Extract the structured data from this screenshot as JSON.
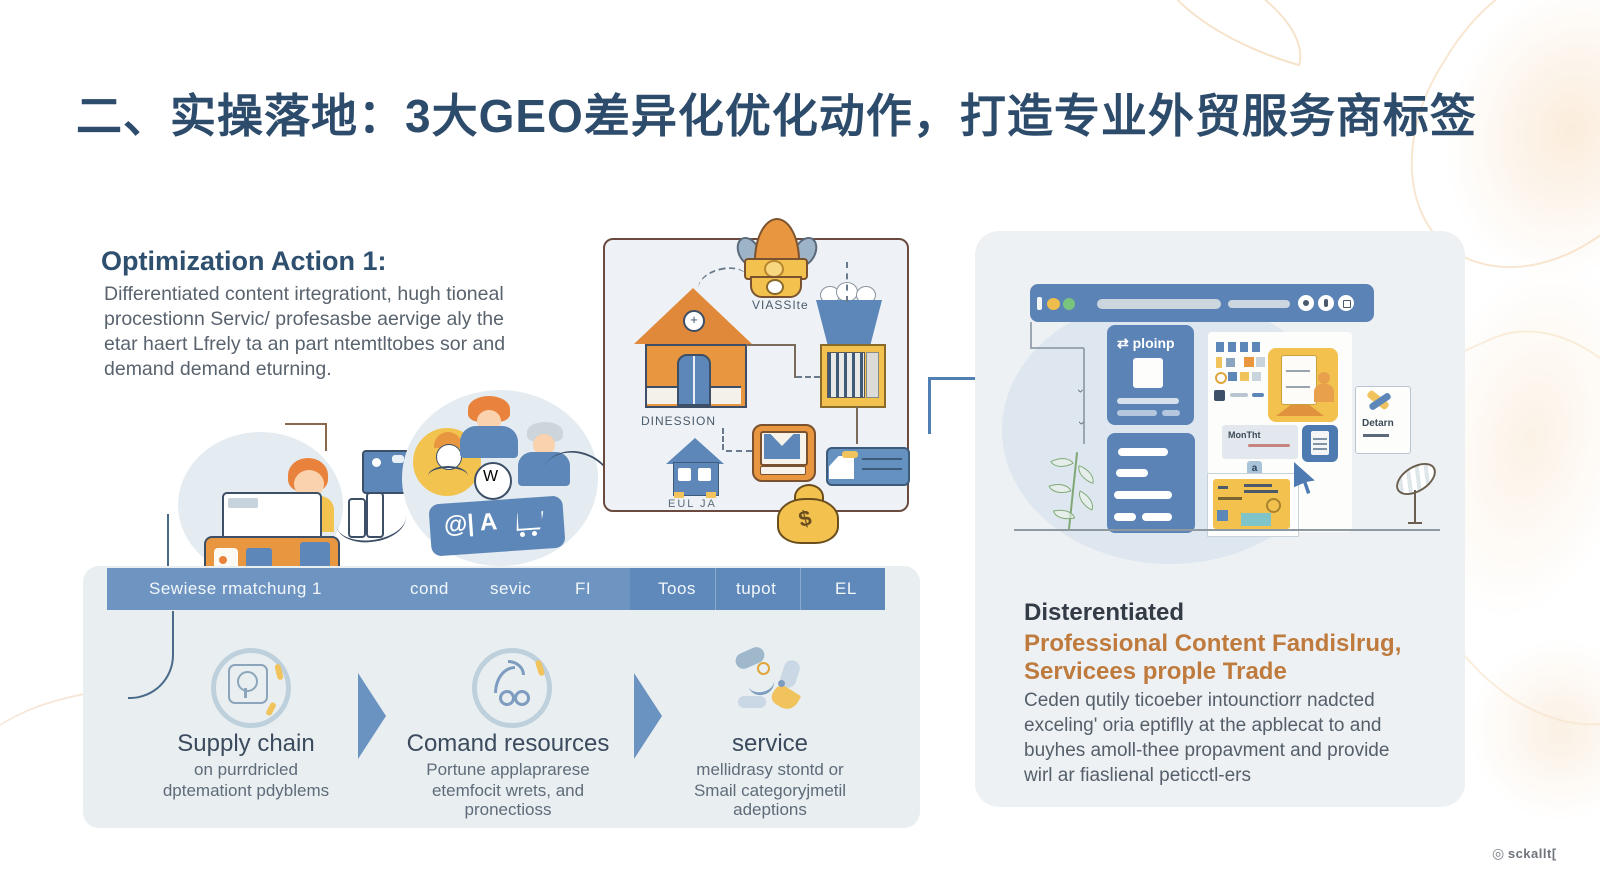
{
  "slide": {
    "title": "二、实操落地：3大GEO差异化优化动作，打造专业外贸服务商标签",
    "watermark": {
      "icon": "target-circles-icon",
      "icon_glyph": "◎",
      "text": "sckallt",
      "suffix": "["
    }
  },
  "optimization": {
    "heading": "Optimization Action 1:",
    "body_lines": [
      "Differentiated content irtegrationt, hugh tioneal",
      "procestionn Servic/ profesasbe aervige aly the",
      "etar haert Lfrely ta an part ntemtltobes sor and",
      "demand demand eturning."
    ]
  },
  "diagram": {
    "mascot_label": "VIASSIte",
    "house_label": "DINESSION",
    "small_house_label": "EUL JA",
    "money_symbol": "$",
    "badge_text": "@| A",
    "avatar_circle_letter": "W",
    "gable_plus": "+"
  },
  "process_bar": {
    "items": [
      "Sewiese rmatchung  1",
      "cond",
      "sevic",
      "FI",
      "Toos",
      "tupot",
      "EL"
    ]
  },
  "steps": [
    {
      "title": "Supply chain",
      "sub_lines": [
        "on purrdricled",
        "dptemationt pdyblems"
      ]
    },
    {
      "title": "Comand resources",
      "sub_lines": [
        "Portune applaprarese",
        "etemfocit wrets, and",
        "pronectioss"
      ]
    },
    {
      "title": "service",
      "sub_lines": [
        "mellidrasy stontd or",
        "Smail categoryjmetil",
        "adeptions"
      ]
    }
  ],
  "browser": {
    "logo_icon_glyph": "⇄",
    "logo_text": "ploinp",
    "card_month_label": "MonTht",
    "card_detail_label": "Detarn"
  },
  "result": {
    "heading": "Disterentiated",
    "subheading_lines": [
      "Professional Content Fandislrug,",
      "Servicees prople Trade"
    ],
    "body_lines": [
      "Ceden qutily ticoeber intounctiorr nadcted",
      "exceling' oria eptiflly at the apblecat to and",
      "buyhes amoll-thee propavment and provide",
      "wirl ar fiaslienal peticctl-ers"
    ]
  },
  "colors": {
    "title_navy": "#2d4b6b",
    "accent_orange": "#e8963f",
    "accent_yellow": "#f2c14e",
    "bar_blue": "#6e95c2",
    "bar_blue_dark": "#5e89ba",
    "panel_bg": "#e9eef1",
    "right_panel_bg": "#edf1f4",
    "orange_text": "#bf7b3e",
    "illustration_blue": "#5d87b8"
  }
}
